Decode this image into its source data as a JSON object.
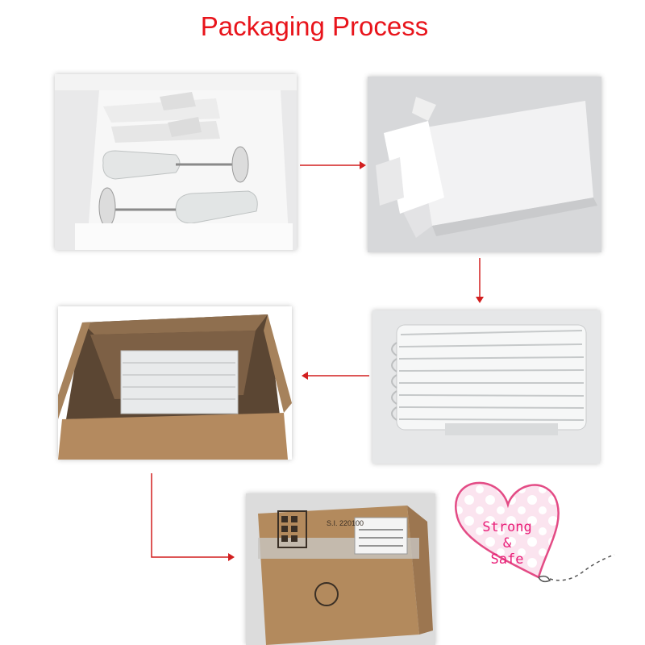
{
  "title": "Packaging Process",
  "heart": {
    "line1": "Strong",
    "line2": "&",
    "line3": "Safe"
  },
  "box_labels": {
    "code": "S.I. 220100"
  },
  "colors": {
    "title": "#e8141b",
    "arrow": "#d21f1f",
    "heart_text": "#e91e78"
  }
}
